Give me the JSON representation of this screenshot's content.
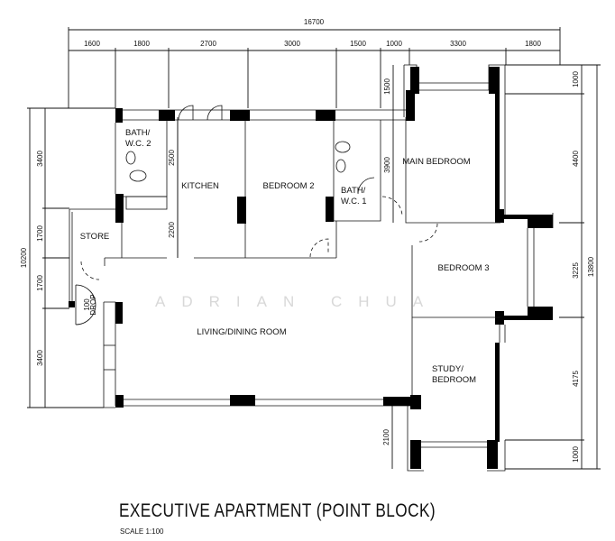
{
  "title": "EXECUTIVE APARTMENT (POINT BLOCK)",
  "scale": "SCALE 1:100",
  "watermark": "ADRIAN CHUA",
  "dimensions": {
    "top_total": "16700",
    "top": [
      "1600",
      "1800",
      "2700",
      "3000",
      "1500",
      "1000",
      "3300",
      "1800"
    ],
    "left_total": "10200",
    "left": [
      "3400",
      "1700",
      "1700",
      "3400"
    ],
    "right_total": "13800",
    "right": [
      "1000",
      "4400",
      "3225",
      "4175",
      "1000"
    ],
    "inner": {
      "d1500": "1500",
      "d3900": "3900",
      "d2500": "2500",
      "d2200": "2200",
      "d2100": "2100"
    }
  },
  "rooms": {
    "bath2_a": "BATH/",
    "bath2_b": "W.C. 2",
    "kitchen": "KITCHEN",
    "bedroom2": "BEDROOM 2",
    "bath1_a": "BATH/",
    "bath1_b": "W.C. 1",
    "main_bedroom": "MAIN BEDROOM",
    "store": "STORE",
    "living": "LIVING/DINING ROOM",
    "bedroom3": "BEDROOM 3",
    "study_a": "STUDY/",
    "study_b": "BEDROOM",
    "drop_a": "100",
    "drop_b": "DROP"
  }
}
